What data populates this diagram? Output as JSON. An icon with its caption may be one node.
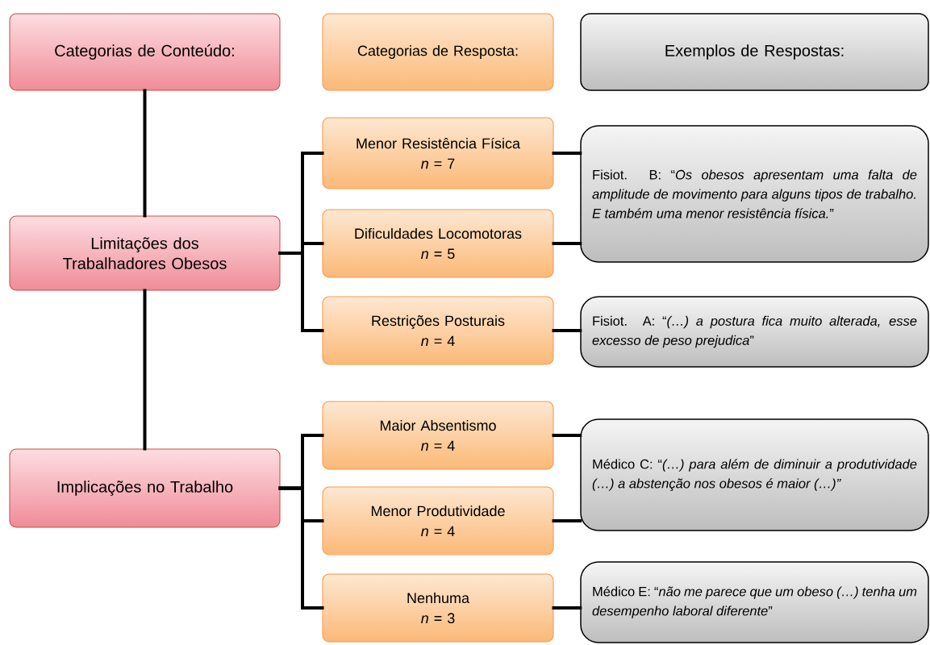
{
  "diagram": {
    "nodes": [
      {
        "text": [
          "Categorias de Conteúdo:"
        ]
      },
      {
        "text": [
          "Categorias de Resposta:"
        ]
      },
      {
        "text": [
          "Exemplos de Respostas:"
        ]
      },
      {
        "text": [
          "Limitações dos Trabalhadores Obesos"
        ]
      },
      {
        "text": [
          "Implicações no Trabalho"
        ]
      },
      {
        "text": [
          "Menor Resistência Física",
          "*n* = 7"
        ]
      },
      {
        "text": [
          "Dificuldades Locomotoras",
          "*n* = 5"
        ]
      },
      {
        "text": [
          "Restrições Posturais",
          "*n* = 4"
        ]
      },
      {
        "text": [
          "Maior Absentismo",
          "*n* = 4"
        ]
      },
      {
        "text": [
          "Menor Produtividade",
          "*n* = 4"
        ]
      },
      {
        "text": [
          "Nenhuma",
          "*n* = 3"
        ]
      },
      {
        "text": [
          "Fisiot. B: “*Os obesos apresentam uma falta de amplitude de movimento para alguns tipos de trabalho. E também uma menor resistência física.*”"
        ]
      },
      {
        "text": [
          "Fisiot. A: “*(…) a postura fica muito alterada, esse excesso de peso prejudica*”"
        ]
      },
      {
        "text": [
          "Médico C: “*(…) para além de diminuir a produtividade (…) a abstenção nos obesos é maior (…)”*"
        ]
      },
      {
        "text": [
          "Médico E: “*não me parece que um obeso (…) tenha um desempenho laboral diferente*”"
        ]
      }
    ],
    "edges": [
      {
        "from": 0,
        "to": 3,
        "arrow": "none"
      },
      {
        "from": 3,
        "to": 4,
        "arrow": "none"
      },
      {
        "from": 3,
        "to": 5,
        "arrow": "none"
      },
      {
        "from": 3,
        "to": 6,
        "arrow": "none"
      },
      {
        "from": 3,
        "to": 7,
        "arrow": "none"
      },
      {
        "from": 4,
        "to": 8,
        "arrow": "none"
      },
      {
        "from": 4,
        "to": 9,
        "arrow": "none"
      },
      {
        "from": 4,
        "to": 10,
        "arrow": "none"
      },
      {
        "from": 5,
        "to": 11,
        "arrow": "none"
      },
      {
        "from": 6,
        "to": 11,
        "arrow": "none"
      },
      {
        "from": 7,
        "to": 12,
        "arrow": "none"
      },
      {
        "from": 8,
        "to": 13,
        "arrow": "none"
      },
      {
        "from": 9,
        "to": 13,
        "arrow": "none"
      },
      {
        "from": 10,
        "to": 14,
        "arrow": "none"
      }
    ]
  }
}
